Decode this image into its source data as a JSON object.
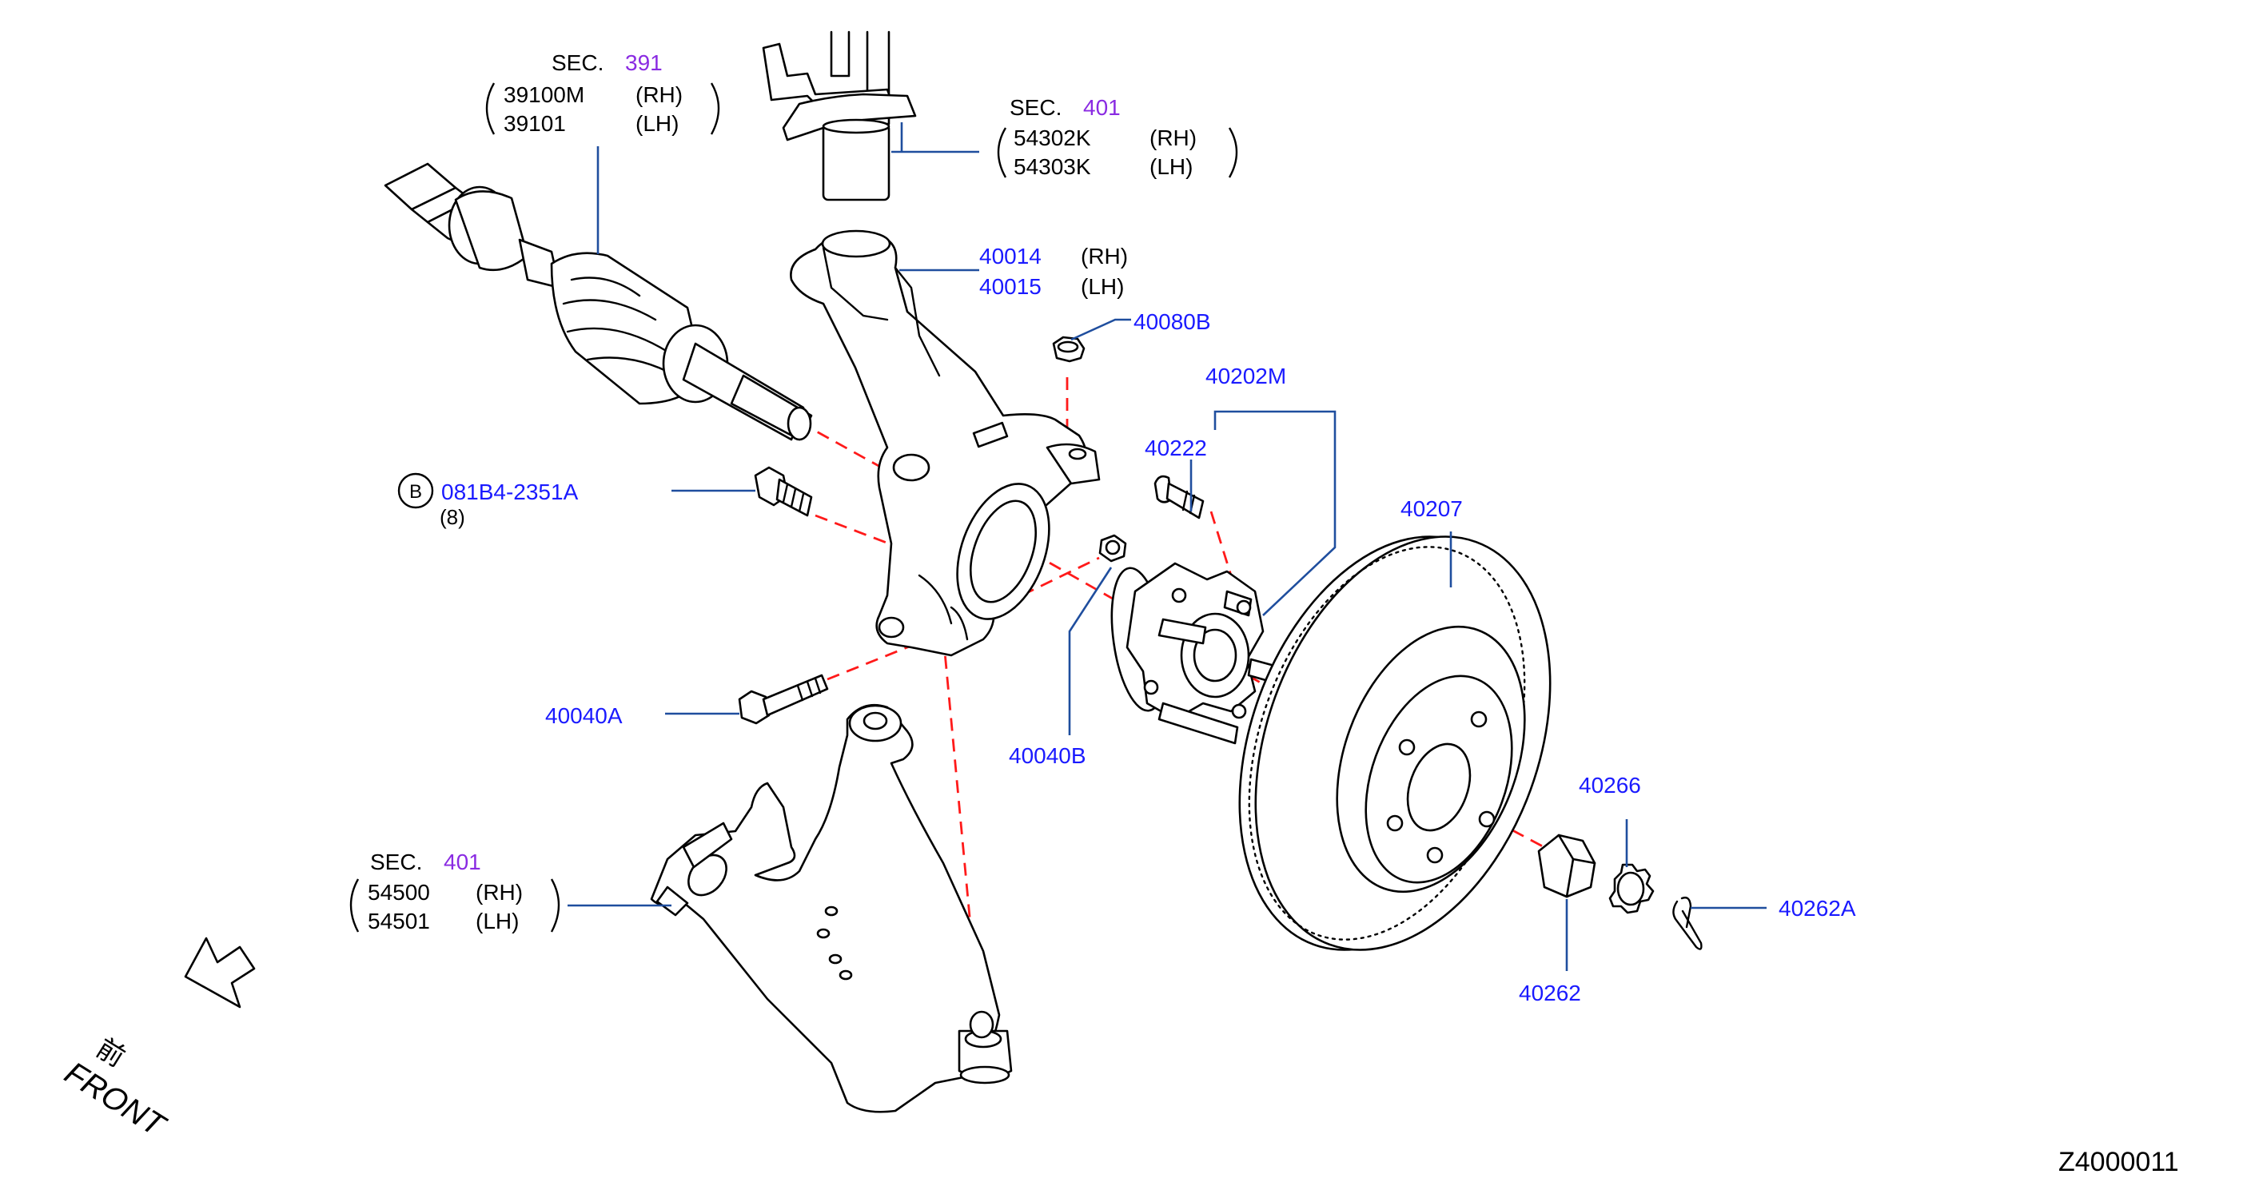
{
  "colors": {
    "part_number": "#1a1aff",
    "section_number": "#8a2be2",
    "leader_line": "#1f4e9e",
    "alignment_dash": "#ff1a1a",
    "outline": "#000000"
  },
  "sections": {
    "drive_shaft": {
      "prefix": "SEC.",
      "number": "391",
      "rh_part": "39100M",
      "rh_side": "(RH)",
      "lh_part": "39101",
      "lh_side": "(LH)"
    },
    "strut": {
      "prefix": "SEC.",
      "number": "401",
      "rh_part": "54302K",
      "rh_side": "(RH)",
      "lh_part": "54303K",
      "lh_side": "(LH)"
    },
    "lower_arm": {
      "prefix": "SEC.",
      "number": "401",
      "rh_part": "54500",
      "rh_side": "(RH)",
      "lh_part": "54501",
      "lh_side": "(LH)"
    }
  },
  "parts": {
    "knuckle_rh": "40014",
    "knuckle_rh_side": "(RH)",
    "knuckle_lh": "40015",
    "knuckle_lh_side": "(LH)",
    "nut_top": "40080B",
    "hub_assembly": "40202M",
    "hub_bolt": "40222",
    "rotor": "40207",
    "bolt_b_marker": "B",
    "bolt_b": "081B4-2351A",
    "bolt_b_qty": "(8)",
    "lower_bolt": "40040A",
    "lower_nut": "40040B",
    "nut_retainer": "40266",
    "cotter_pin": "40262A",
    "hub_nut": "40262"
  },
  "front_indicator": {
    "kanji": "前",
    "label": "FRONT",
    "icon": "arrow-down-left-icon"
  },
  "diagram_id": "Z4000011"
}
